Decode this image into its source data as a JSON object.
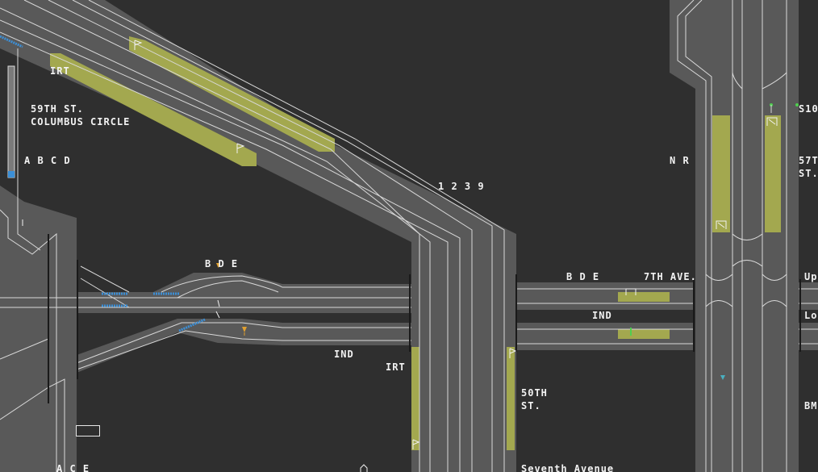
{
  "labels": {
    "irt_top": "IRT",
    "columbus_line1": "59TH ST.",
    "columbus_line2": "COLUMBUS CIRCLE",
    "abcd": "A B C D",
    "line_1239": "1 2 3 9",
    "nr": "N R",
    "st57_line1": "57T",
    "st57_line2": "ST.",
    "s10": "S10",
    "bde_left": "B D E",
    "bde_mid": "B D E",
    "seventh_ave": "7TH AVE.",
    "ind_mid": "IND",
    "ind_left": "IND",
    "irt_mid": "IRT",
    "st50_line1": "50TH",
    "st50_line2": "ST.",
    "up": "Up",
    "lo": "Lo",
    "bm": "BM",
    "ace": "A C E",
    "seventh_avenue": "Seventh Avenue"
  },
  "colors": {
    "background": "#2f2f2f",
    "track_bed": "#595959",
    "rail": "#d9d9d9",
    "platform": "#a3a84f",
    "signal_blue": "#3c8fd6",
    "text": "#f2f2f2"
  }
}
